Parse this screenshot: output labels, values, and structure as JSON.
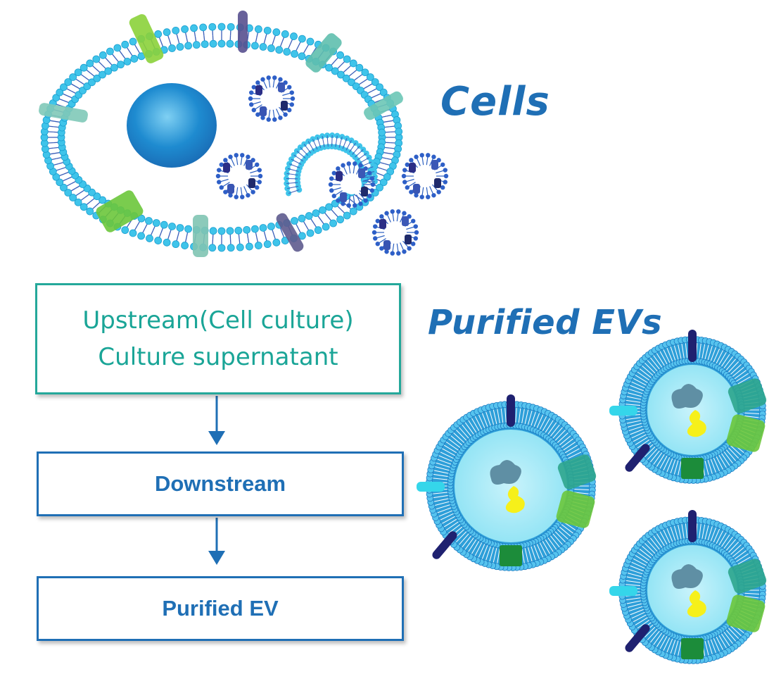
{
  "labels": {
    "cells_title": "Cells",
    "evs_title": "Purified EVs"
  },
  "flow": {
    "upstream_line1": "Upstream(Cell culture)",
    "upstream_line2": "Culture supernatant",
    "downstream": "Downstream",
    "purified": "Purified EV"
  },
  "colors": {
    "brand_blue": "#1f6fb5",
    "teal": "#24a89a",
    "membrane_cyan": "#4fc3e8"
  }
}
